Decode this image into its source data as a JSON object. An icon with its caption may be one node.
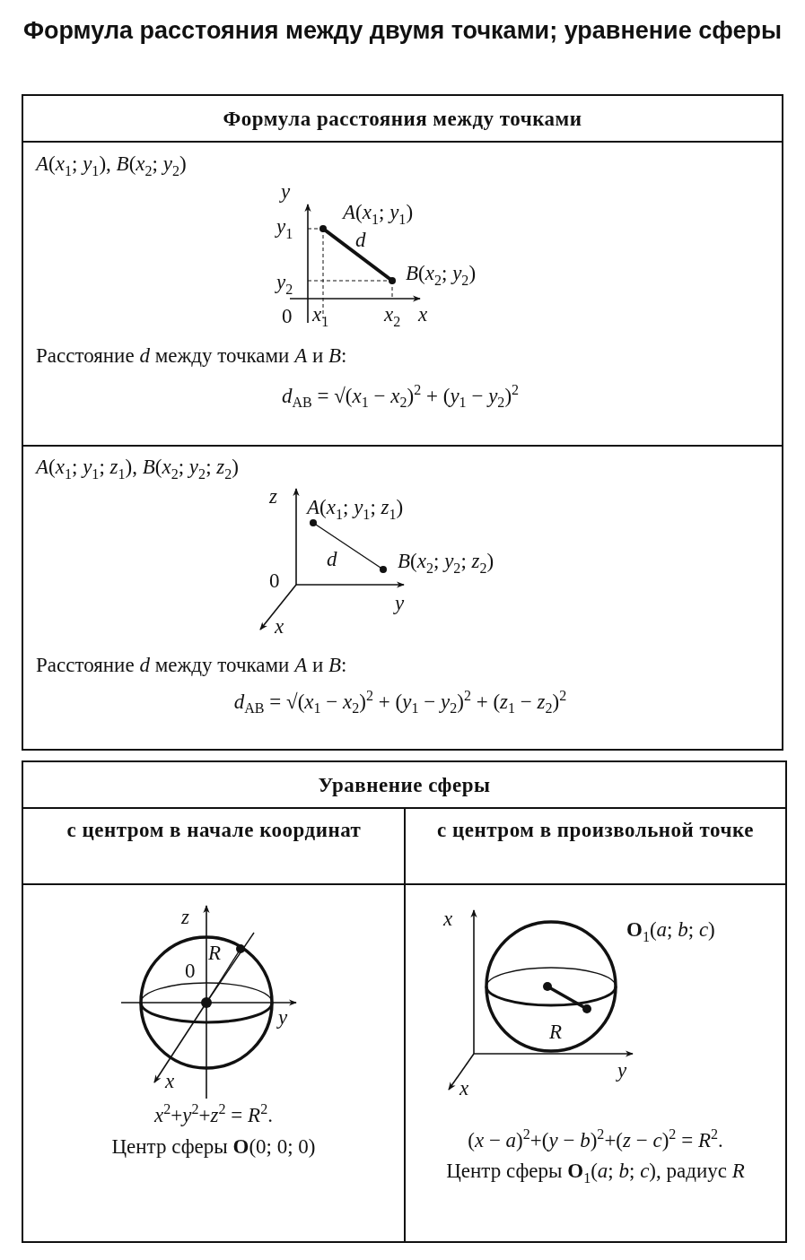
{
  "diagram": {
    "title": "Формула расстояния между двумя точками; уравнение сферы",
    "nodes": [
      {
        "text": [
          "Формула расстояния между точками"
        ]
      },
      {
        "text": [
          "*A*(*x*$_{1}$; *y*$_{1}$), *B*(*x*$_{2}$; *y*$_{2}$)",
          "Расстояние *d* между точками *A* и *B*:",
          "*d*$_{AB}$ = √(*x*$_{1}$ − *x*$_{2}$)$^{2}$ + (*y*$_{1}$ − *y*$_{2}$)$^{2}$"
        ]
      },
      {
        "text": [
          "*A*(*x*$_{1}$; *y*$_{1}$; *z*$_{1}$), *B*(*x*$_{2}$; *y*$_{2}$; *z*$_{2}$)",
          "Расстояние *d* между точками *A* и *B*:",
          "*d*$_{AB}$ = √(*x*$_{1}$ − *x*$_{2}$)$^{2}$ + (*y*$_{1}$ − *y*$_{2}$)$^{2}$ + (*z*$_{1}$ − *z*$_{2}$)$^{2}$"
        ]
      },
      {
        "text": [
          "Уравнение сферы"
        ]
      },
      {
        "text": [
          "с центром в начале координат"
        ]
      },
      {
        "text": [
          "с центром в произвольной точке"
        ]
      },
      {
        "text": [
          "*x*$^{2}$+*y*$^{2}$+*z*$^{2}$ = *R*$^{2}$.",
          "Центр сферы **O**(0; 0; 0)"
        ]
      },
      {
        "text": [
          "(*x* − *a*)$^{2}$+(*y* − *b*)$^{2}$+(*z* − *c*)$^{2}$ = *R*$^{2}$.",
          "Центр сферы **O**$_{1}$(*a*; *b*; *c*), радиус *R*"
        ]
      }
    ],
    "labels": [
      "*y*",
      "*y*$_{1}$",
      "*A*(*x*$_{1}$; *y*$_{1}$)",
      "*d*",
      "*B*(*x*$_{2}$; *y*$_{2}$)",
      "*y*$_{2}$",
      "0",
      "*x*$_{1}$",
      "*x*$_{2}$",
      "*x*",
      "*z*",
      "*A*(*x*$_{1}$; *y*$_{1}$; *z*$_{1}$)",
      "*d*",
      "*B*(*x*$_{2}$; *y*$_{2}$; *z*$_{2}$)",
      "0",
      "*y*",
      "*x*",
      "*z*",
      "*R*",
      "0",
      "*y*",
      "*x*",
      "*x*",
      "**O**$_{1}$(*a*; *b*; *c*)",
      "*R*",
      "*y*",
      "*x*"
    ]
  }
}
